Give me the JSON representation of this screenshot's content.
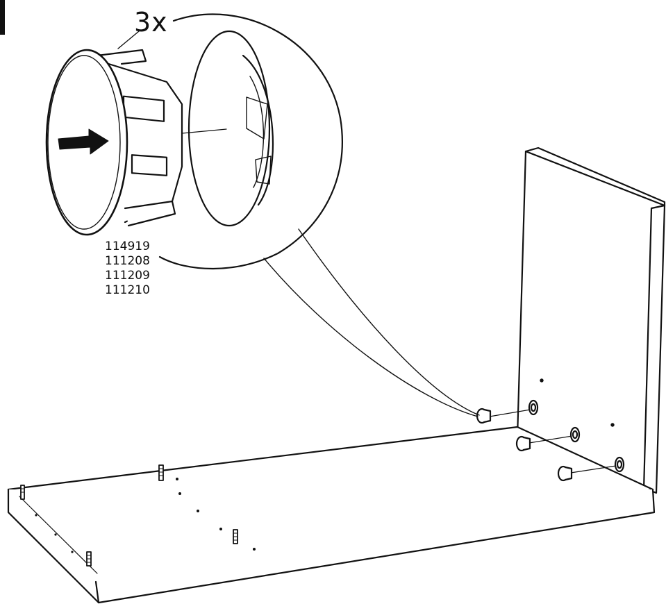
{
  "step": {
    "quantity_label": "3x",
    "part_numbers": [
      "114919",
      "111208",
      "111209",
      "111210"
    ]
  },
  "icons": {
    "arrow": "push-arrow-icon",
    "cap": "cover-cap-icon",
    "magnifier": "detail-magnifier-icon"
  }
}
